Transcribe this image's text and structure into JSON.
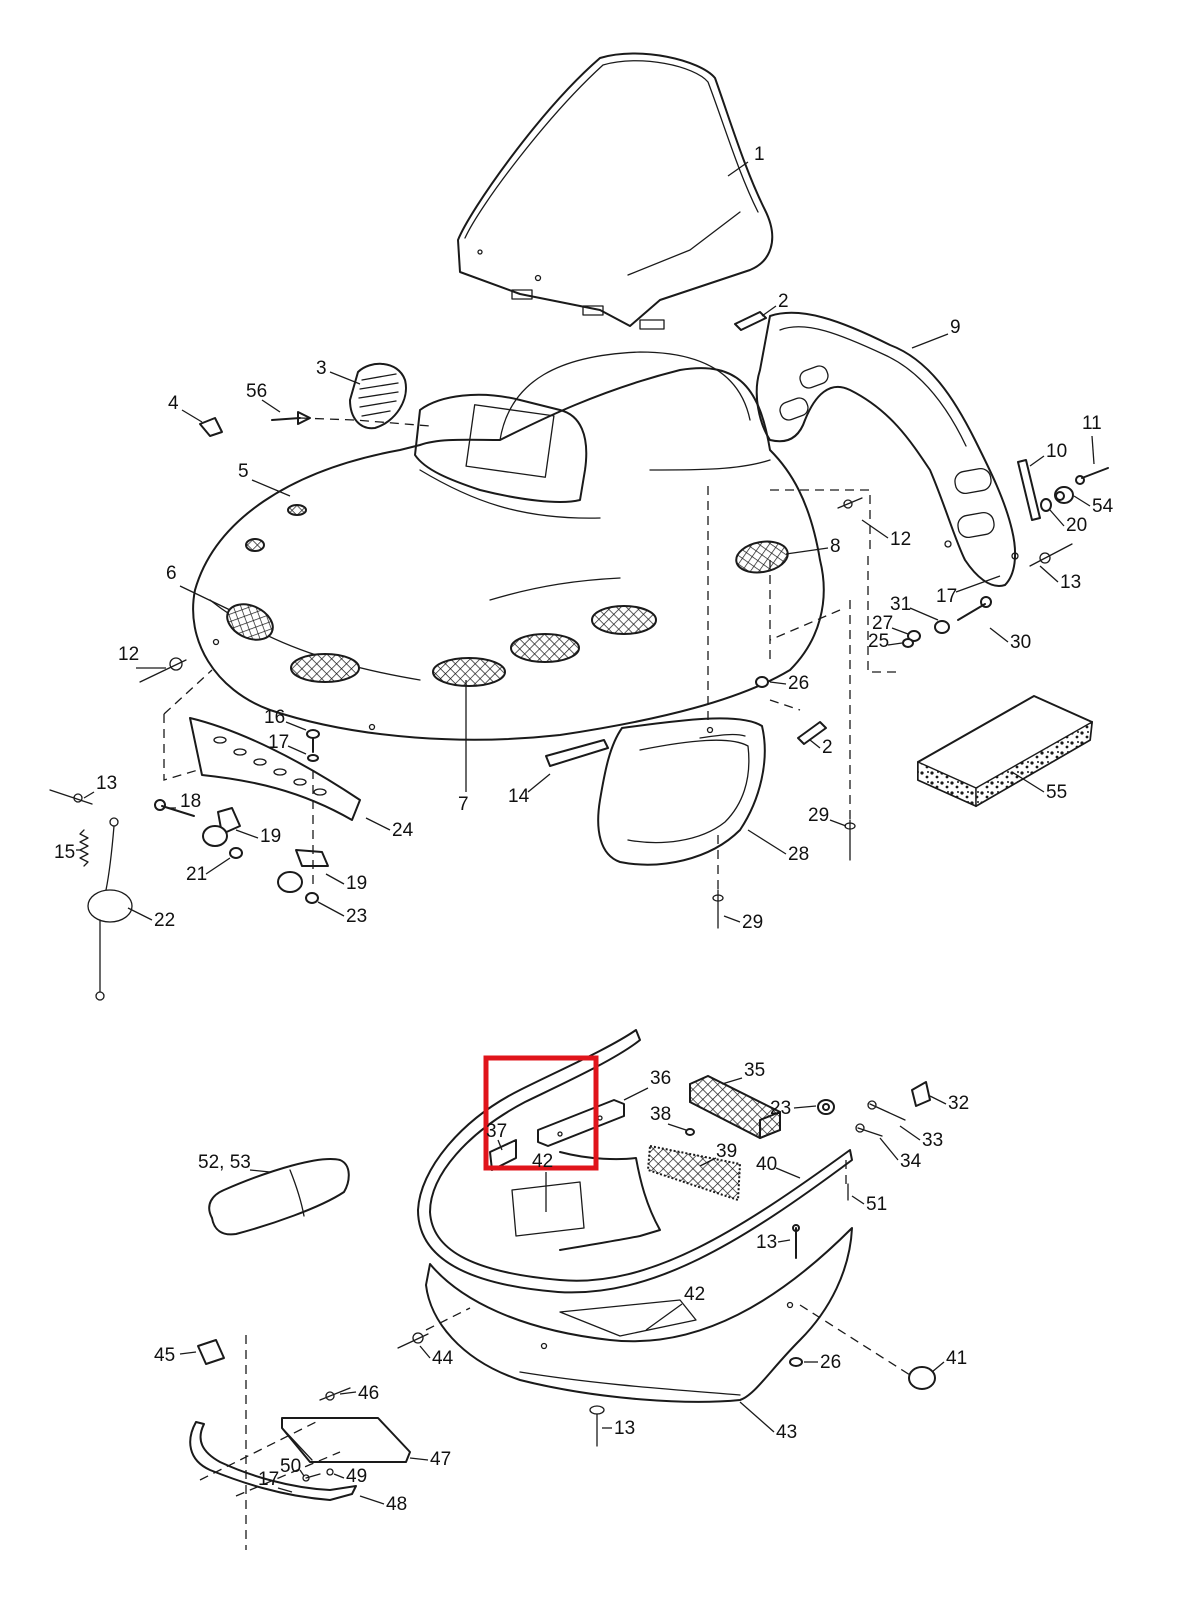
{
  "highlight": {
    "color": "#e0141b"
  },
  "callouts": [
    {
      "label": "1",
      "name": "windshield"
    },
    {
      "label": "2",
      "name": "clip-upper"
    },
    {
      "label": "3",
      "name": "vent-grille"
    },
    {
      "label": "4",
      "name": "clamp"
    },
    {
      "label": "56",
      "name": "push-rivet"
    },
    {
      "label": "5",
      "name": "hood"
    },
    {
      "label": "6",
      "name": "mesh-left"
    },
    {
      "label": "7",
      "name": "mesh-front"
    },
    {
      "label": "8",
      "name": "mesh-right"
    },
    {
      "label": "9",
      "name": "side-panel"
    },
    {
      "label": "10",
      "name": "latch-bar"
    },
    {
      "label": "11",
      "name": "rivet-top"
    },
    {
      "label": "54",
      "name": "spacer"
    },
    {
      "label": "20",
      "name": "washer"
    },
    {
      "label": "12",
      "name": "rivet-right"
    },
    {
      "label": "13",
      "name": "rivet-side"
    },
    {
      "label": "17",
      "name": "washer-side"
    },
    {
      "label": "31",
      "name": "grommet"
    },
    {
      "label": "30",
      "name": "screw"
    },
    {
      "label": "27",
      "name": "nut-upper"
    },
    {
      "label": "25",
      "name": "nut-lower"
    },
    {
      "label": "12",
      "name": "rivet-left"
    },
    {
      "label": "26",
      "name": "retainer"
    },
    {
      "label": "2",
      "name": "clip-lower"
    },
    {
      "label": "16",
      "name": "bolt"
    },
    {
      "label": "17",
      "name": "washer-hinge"
    },
    {
      "label": "13",
      "name": "rivet-cable"
    },
    {
      "label": "18",
      "name": "screw-hinge"
    },
    {
      "label": "19",
      "name": "hinge-upper"
    },
    {
      "label": "24",
      "name": "hinge-plate"
    },
    {
      "label": "15",
      "name": "spring"
    },
    {
      "label": "21",
      "name": "nut-hinge"
    },
    {
      "label": "19",
      "name": "hinge-lower"
    },
    {
      "label": "22",
      "name": "cable"
    },
    {
      "label": "23",
      "name": "nut-bottom"
    },
    {
      "label": "14",
      "name": "rubber-strip"
    },
    {
      "label": "7",
      "name": "mesh-label-lower"
    },
    {
      "label": "28",
      "name": "inner-liner"
    },
    {
      "label": "29",
      "name": "rivet-liner-right"
    },
    {
      "label": "29",
      "name": "rivet-liner-bottom"
    },
    {
      "label": "55",
      "name": "foam-block"
    },
    {
      "label": "36",
      "name": "reinforcement-bar"
    },
    {
      "label": "35",
      "name": "reflector"
    },
    {
      "label": "23",
      "name": "nut-rear"
    },
    {
      "label": "32",
      "name": "bracket"
    },
    {
      "label": "38",
      "name": "screw-rear"
    },
    {
      "label": "39",
      "name": "mesh-rear"
    },
    {
      "label": "33",
      "name": "bolt-rear"
    },
    {
      "label": "34",
      "name": "screw-bottom"
    },
    {
      "label": "40",
      "name": "trim-rail"
    },
    {
      "label": "51",
      "name": "rivet-rear"
    },
    {
      "label": "37",
      "name": "plate-small"
    },
    {
      "label": "42",
      "name": "decal-inner"
    },
    {
      "label": "52, 53",
      "name": "seat-cushion"
    },
    {
      "label": "13",
      "name": "rivet-rear-top"
    },
    {
      "label": "42",
      "name": "decal-outer"
    },
    {
      "label": "45",
      "name": "clip-bracket"
    },
    {
      "label": "44",
      "name": "rivet-front"
    },
    {
      "label": "26",
      "name": "retainer-rear"
    },
    {
      "label": "41",
      "name": "bumper-cap"
    },
    {
      "label": "46",
      "name": "rivet-guard"
    },
    {
      "label": "13",
      "name": "rivet-bottom"
    },
    {
      "label": "43",
      "name": "rear-body"
    },
    {
      "label": "47",
      "name": "guard-plate"
    },
    {
      "label": "50",
      "name": "screw-guard"
    },
    {
      "label": "49",
      "name": "nut-guard"
    },
    {
      "label": "17",
      "name": "washer-guard"
    },
    {
      "label": "48",
      "name": "guard-bracket"
    }
  ]
}
